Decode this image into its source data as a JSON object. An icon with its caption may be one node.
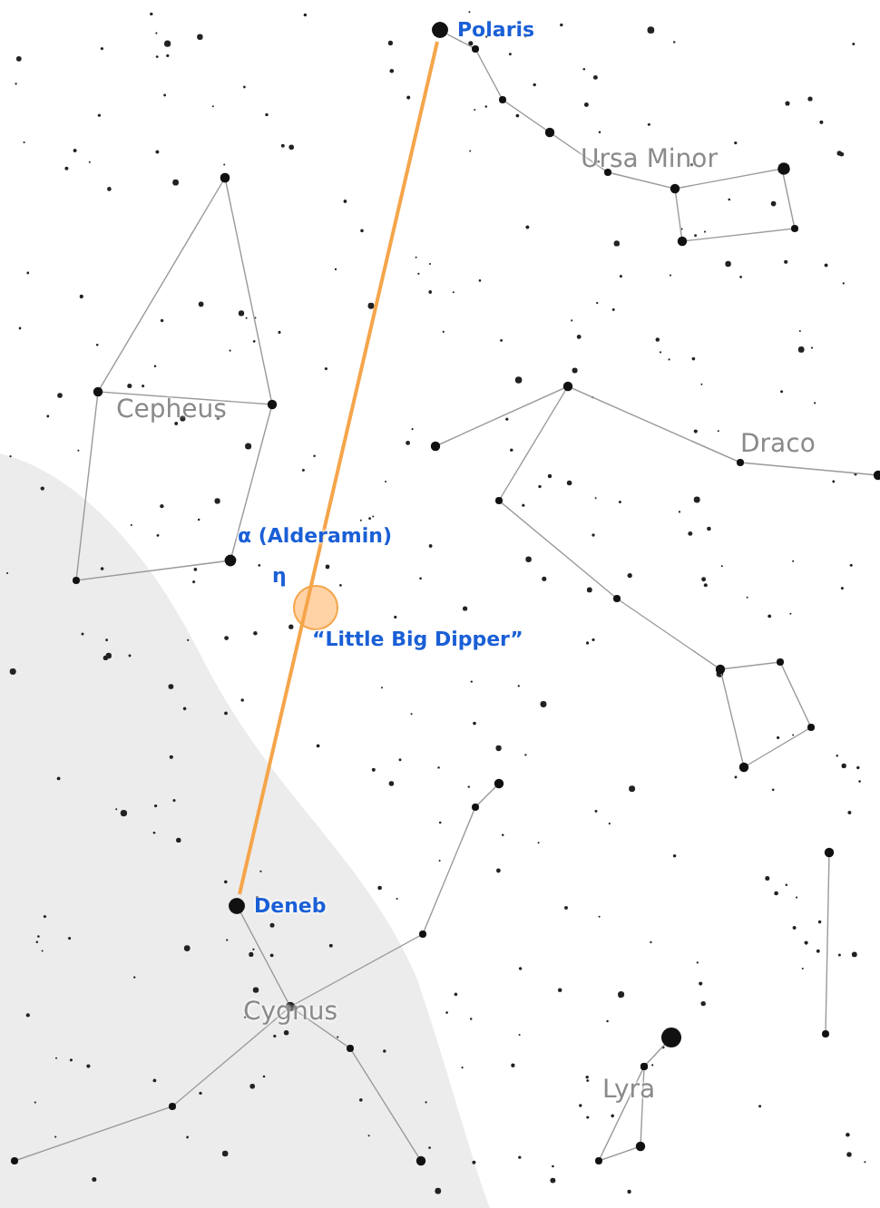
{
  "diagram": {
    "nodes": [
      {
        "text": [
          "Polaris"
        ]
      },
      {
        "text": [
          "Deneb"
        ]
      }
    ],
    "edges": [
      {
        "from": 0,
        "to": 1,
        "arrow": "none",
        "color": "#f5a54a"
      }
    ],
    "labels": [
      "Ursa Minor",
      "Cepheus",
      "Draco",
      "α (Alderamin)",
      "η",
      "“Little Big Dipper”",
      "Cygnus",
      "Lyra"
    ]
  }
}
